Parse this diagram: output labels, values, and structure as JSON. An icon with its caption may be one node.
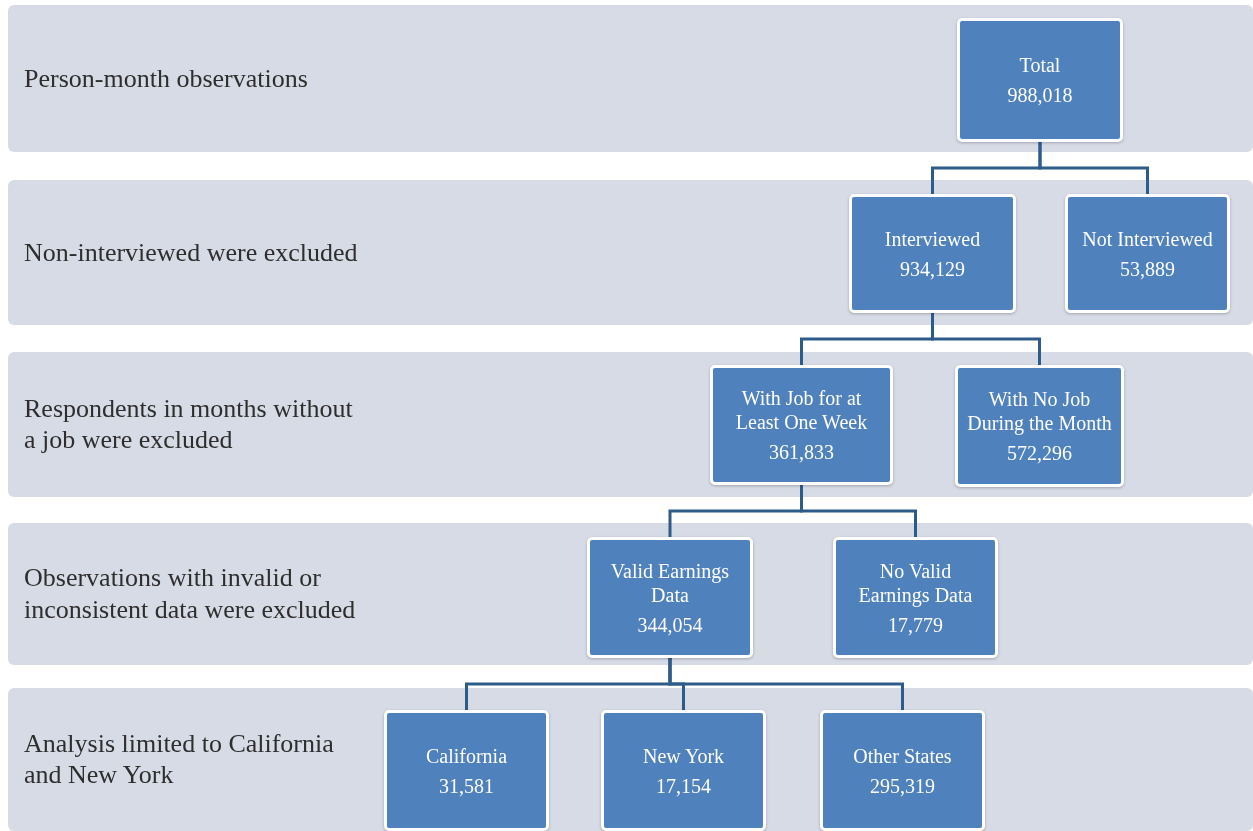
{
  "diagram": {
    "nodes": [
      {
        "text": [
          "Person-month observations"
        ]
      },
      {
        "text": [
          "Total",
          "988,018"
        ],
        "in": 0
      },
      {
        "text": [
          "Non-interviewed were excluded"
        ]
      },
      {
        "text": [
          "Interviewed",
          "934,129"
        ],
        "in": 2
      },
      {
        "text": [
          "Not Interviewed",
          "53,889"
        ],
        "in": 2
      },
      {
        "text": [
          "Respondents in months without a job were excluded"
        ]
      },
      {
        "text": [
          "With Job for at Least One Week",
          "361,833"
        ],
        "in": 5
      },
      {
        "text": [
          "With No Job During the Month",
          "572,296"
        ],
        "in": 5
      },
      {
        "text": [
          "Observations with invalid or inconsistent data were excluded"
        ]
      },
      {
        "text": [
          "Valid Earnings Data",
          "344,054"
        ],
        "in": 8
      },
      {
        "text": [
          "No Valid Earnings Data",
          "17,779"
        ],
        "in": 8
      },
      {
        "text": [
          "Analysis limited to California and New York"
        ]
      },
      {
        "text": [
          "California",
          "31,581"
        ],
        "in": 11
      },
      {
        "text": [
          "New York",
          "17,154"
        ],
        "in": 11
      },
      {
        "text": [
          "Other States",
          "295,319"
        ],
        "in": 11
      }
    ],
    "edges": [
      {
        "from": 1,
        "to": 3,
        "arrow": "none"
      },
      {
        "from": 1,
        "to": 4,
        "arrow": "none"
      },
      {
        "from": 3,
        "to": 6,
        "arrow": "none"
      },
      {
        "from": 3,
        "to": 7,
        "arrow": "none"
      },
      {
        "from": 6,
        "to": 9,
        "arrow": "none"
      },
      {
        "from": 6,
        "to": 10,
        "arrow": "none"
      },
      {
        "from": 9,
        "to": 12,
        "arrow": "none"
      },
      {
        "from": 9,
        "to": 13,
        "arrow": "none"
      },
      {
        "from": 9,
        "to": 14,
        "arrow": "none"
      }
    ]
  }
}
